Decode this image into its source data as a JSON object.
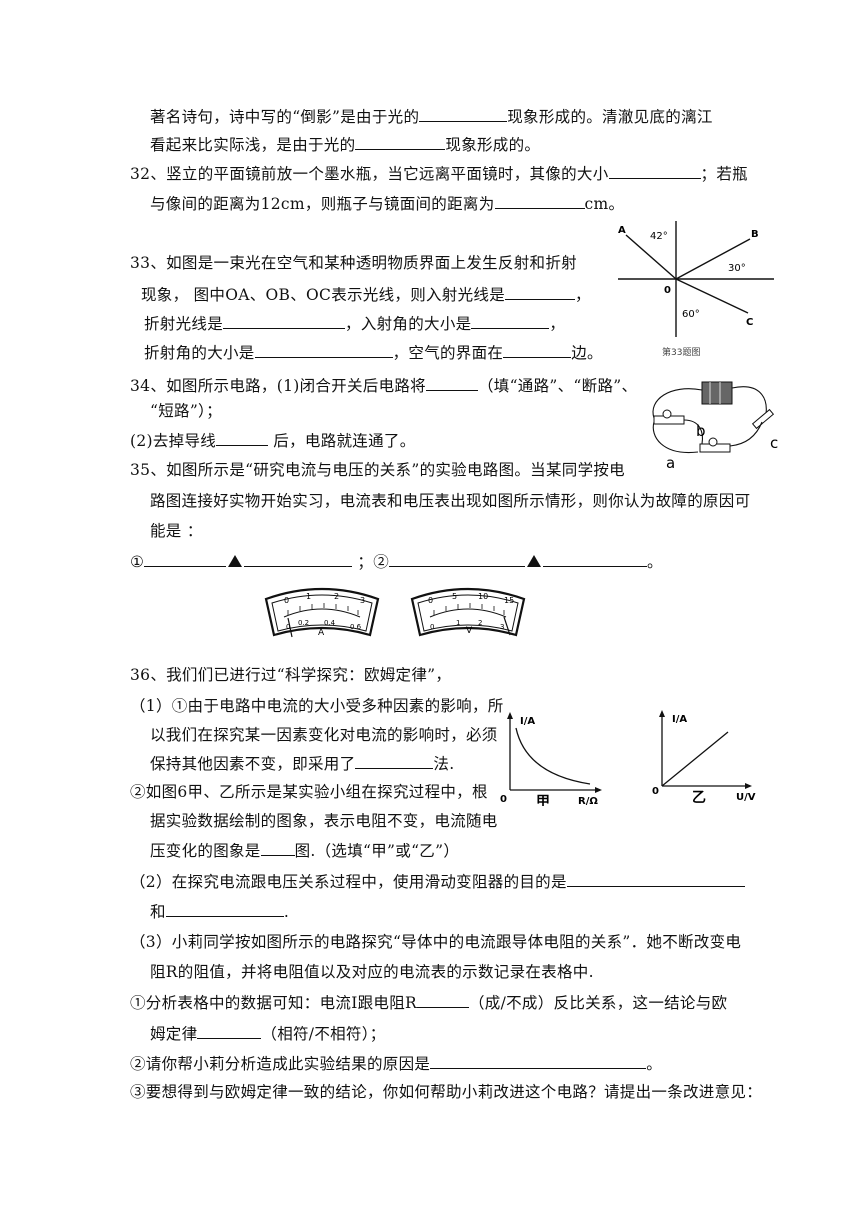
{
  "q31": {
    "line1_a": "著名诗句，诗中写的“倒影”是由于光的",
    "line1_b": "现象形成的。清澈见底的漓江",
    "line2_a": "看起来比实际浅，是由于光的",
    "line2_b": "现象形成的。"
  },
  "q32": {
    "line1_a": "32、竖立的平面镜前放一个墨水瓶，当它远离平面镜时，其像的大小",
    "line1_b": "；若瓶",
    "line2_a": "与像间的距离为12cm，则瓶子与镜面间的距离为",
    "line2_b": "cm。"
  },
  "q33": {
    "line1": "33、如图是一束光在空气和某种透明物质界面上发生反射和折射",
    "line2_a": "现象，  图中OA、OB、OC表示光线，则入射光线是",
    "line2_b": "，",
    "line3_a": "折射光线是",
    "line3_b": "，入射角的大小是",
    "line3_c": "，",
    "line4_a": "折射角的大小是",
    "line4_b": "，空气的界面在",
    "line4_c": "边。",
    "figure": {
      "label_a": "A",
      "label_b": "B",
      "label_c": "C",
      "label_o": "0",
      "angle_a": "42°",
      "angle_b": "30°",
      "angle_c": "60°",
      "caption": "第33题图"
    }
  },
  "q34": {
    "line1_a": "34、如图所示电路，(1)闭合开关后电路将",
    "line1_b": "（填“通路”、“断路”、",
    "line2": "“短路”）；",
    "line3_a": "(2)去掉导线",
    "line3_b": " 后，电路就连通了。",
    "figure": {
      "label_a": "a",
      "label_b": "b",
      "label_c": "c"
    }
  },
  "q35": {
    "line1": "35、如图所示是“研究电流与电压的关系”的实验电路图。当某同学按电",
    "line2": "路图连接好实物开始实习，电流表和电压表出现如图所示情形，则你认为故障的原因可",
    "line3": "能是 ：",
    "ans1_label": "①",
    "sep": " ；②",
    "end": "。",
    "ammeter": {
      "top_ticks": [
        "0",
        "1",
        "2",
        "3"
      ],
      "bottom_ticks": [
        "0",
        "0.2",
        "0.4",
        "0.6"
      ],
      "unit": "A"
    },
    "voltmeter": {
      "top_ticks": [
        "0",
        "5",
        "10",
        "15"
      ],
      "bottom_ticks": [
        "0",
        "1",
        "2",
        "3"
      ],
      "unit": "V"
    }
  },
  "q36": {
    "line1": "36、我们们已进行过“科学探究：欧姆定律”，",
    "l2": "（1）①由于电路中电流的大小受多种因素的影响，所",
    "l3": "以我们在探究某一因素变化对电流的影响时，必须",
    "l4_a": "保持其他因素不变，即采用了",
    "l4_b": "法.",
    "l5": "②如图6甲、乙所示是某实验小组在探究过程中，根",
    "l6": "据实验数据绘制的图象，表示电阻不变，电流随电",
    "l7_a": "压变化的图象是",
    "l7_b": "图.（选填“甲”或“乙”）",
    "l8": "（2）在探究电流跟电压关系过程中，使用滑动变阻器的目的是",
    "l9_a": "和",
    "l9_b": ".",
    "l10": "（3）小莉同学按如图所示的电路探究“导体中的电流跟导体电阻的关系”．她不断改变电",
    "l11": "阻R的阻值，并将电阻值以及对应的电流表的示数记录在表格中.",
    "l12_a": "①分析表格中的数据可知：电流I跟电阻R",
    "l12_b": "（成/不成）反比关系，这一结论与欧",
    "l13_a": "姆定律",
    "l13_b": "（相符/不相符）；",
    "l14_a": "②请你帮小莉分析造成此实验结果的原因是",
    "l14_b": "。",
    "l15": "③要想得到与欧姆定律一致的结论，你如何帮助小莉改进这个电路？请提出一条改进意见：",
    "graph_jia": {
      "ylabel": "I/A",
      "xlabel": "R/Ω",
      "origin": "0",
      "name": "甲"
    },
    "graph_yi": {
      "ylabel": "I/A",
      "xlabel": "U/V",
      "origin": "0",
      "name": "乙"
    }
  }
}
